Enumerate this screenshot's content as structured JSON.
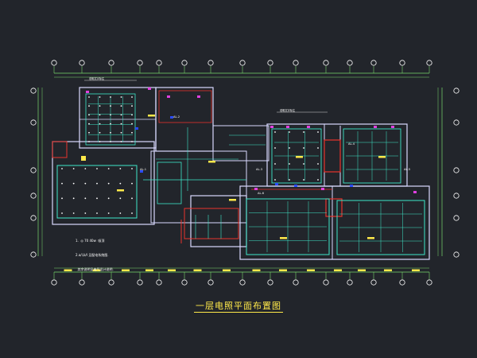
{
  "drawing": {
    "title": "一层电照平面布置图",
    "notes": [
      "1.  ◎ 70 40w  吸顶",
      "2.a/l,b/l 见配电系统图.",
      "  其余说明见电气设计说明."
    ],
    "colors": {
      "background": "#22252b",
      "axis": "#7ad96c",
      "wall": "#d9d9ff",
      "circuit": "#3ee8c9",
      "red": "#e8332c",
      "yellow": "#ffe94a",
      "magenta": "#e040e0",
      "blue": "#2a4bff"
    },
    "labels": [
      {
        "id": "AL1",
        "text": "AL-1"
      },
      {
        "id": "AL2",
        "text": "AL-2"
      },
      {
        "id": "AL3",
        "text": "AL-3"
      },
      {
        "id": "AL4",
        "text": "AL-4"
      },
      {
        "id": "AL5",
        "text": "AL-5"
      },
      {
        "id": "AL6",
        "text": "AL-6"
      }
    ]
  }
}
